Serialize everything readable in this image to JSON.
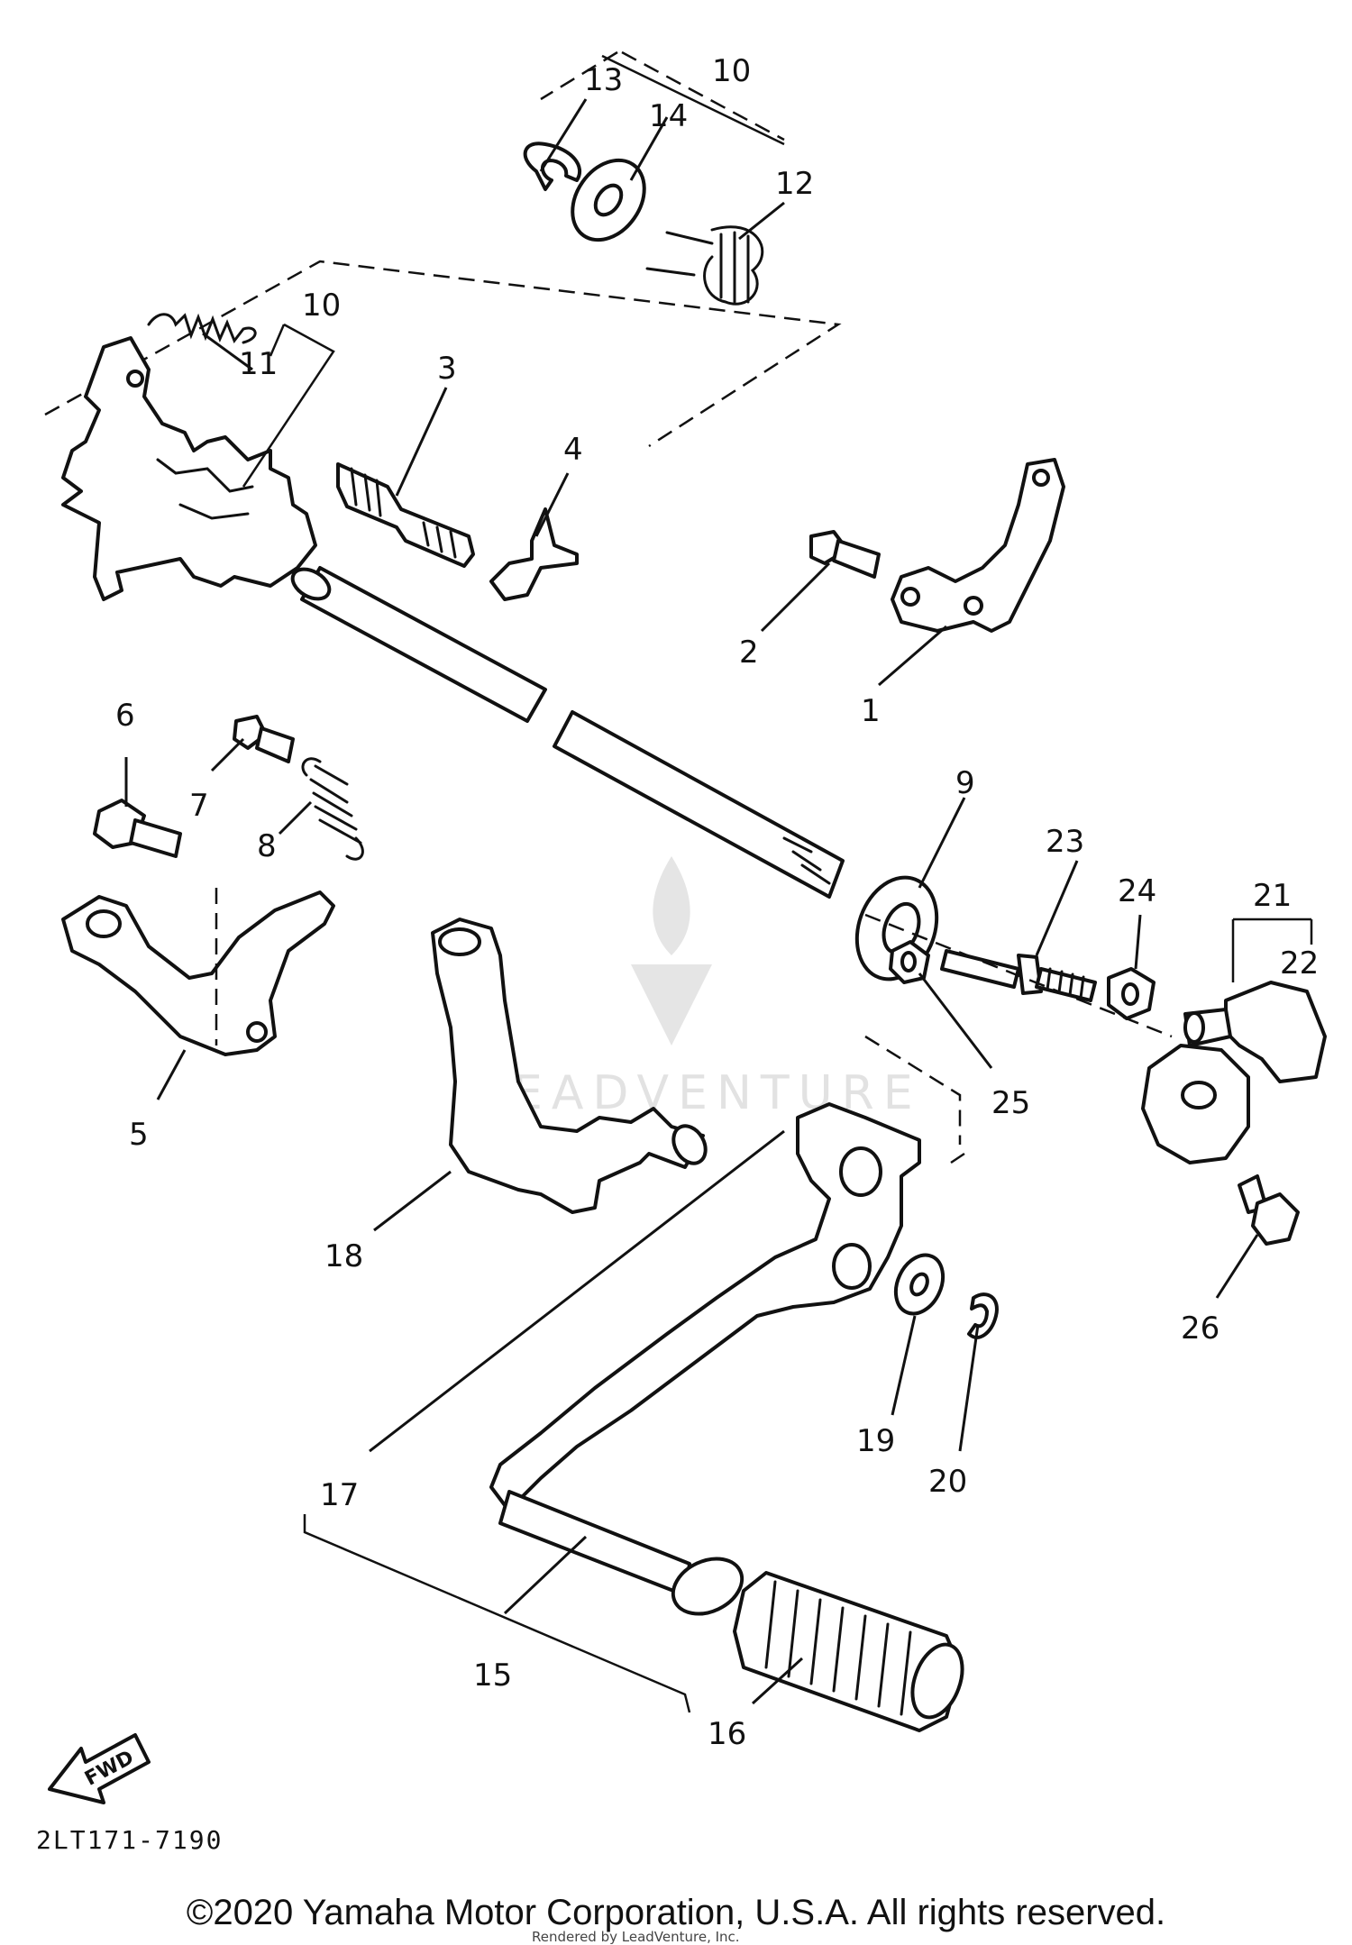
{
  "diagram": {
    "callouts": [
      "1",
      "2",
      "3",
      "4",
      "5",
      "6",
      "7",
      "8",
      "9",
      "10",
      "10",
      "11",
      "12",
      "13",
      "14",
      "15",
      "16",
      "17",
      "18",
      "19",
      "20",
      "21",
      "22",
      "23",
      "24",
      "25",
      "26"
    ],
    "forward_label": "FWD",
    "drawing_code": "2LT171-7190",
    "watermark": "LEADVENTURE"
  },
  "footer": {
    "copyright": "©2020 Yamaha Motor Corporation, U.S.A. All rights reserved.",
    "rendered_by": "Rendered by LeadVenture, Inc."
  }
}
